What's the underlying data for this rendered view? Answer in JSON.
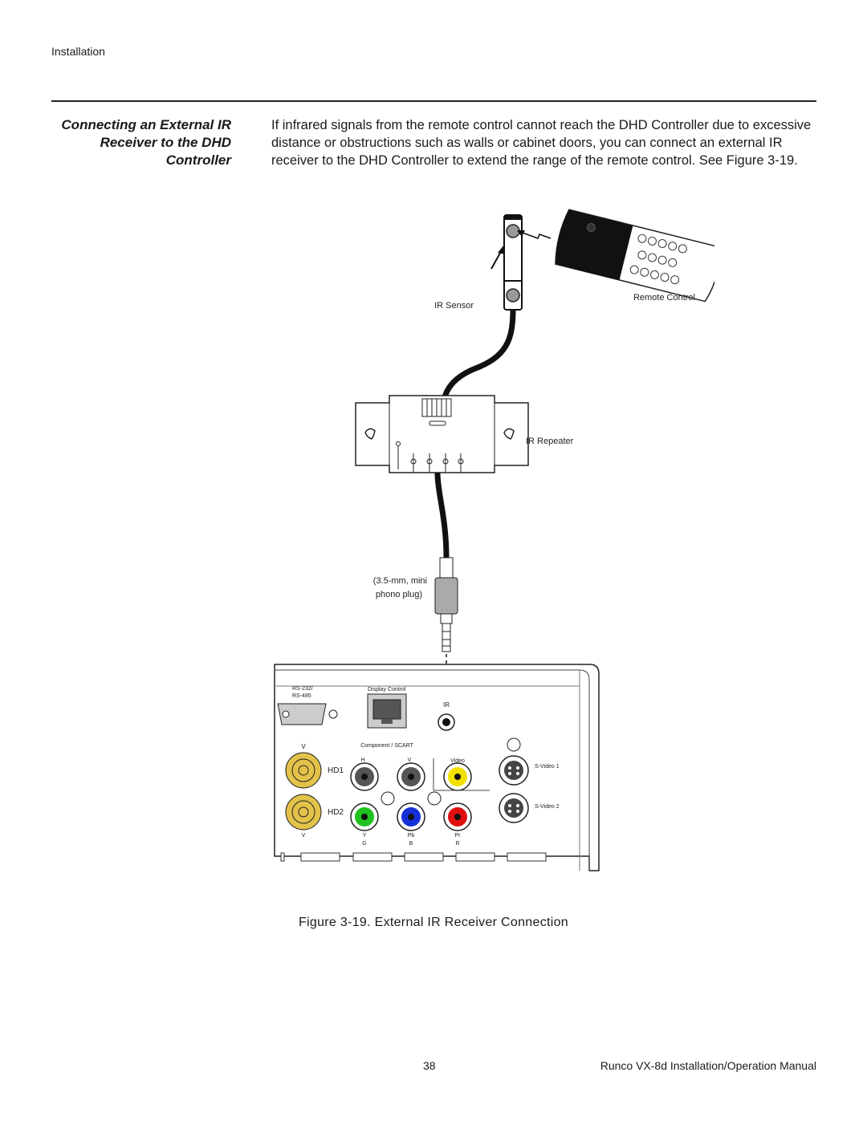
{
  "header": {
    "section": "Installation"
  },
  "section": {
    "heading_lines": [
      "Connecting an External IR",
      "Receiver to the DHD",
      "Controller"
    ],
    "body": "If infrared signals from the remote control cannot reach the DHD Controller due to excessive distance or obstructions such as walls or cabinet doors, you can connect an external IR receiver to the DHD Controller to extend the range of the remote control. See Figure 3-19."
  },
  "figure": {
    "labels": {
      "ir_sensor": "IR Sensor",
      "remote_control": "Remote Control",
      "ir_repeater": "IR Repeater",
      "plug_line1": "(3.5-mm, mini",
      "plug_line2": "phono plug)",
      "rs232": "RS-232/",
      "rs485": "RS-485",
      "display_control": "Display Control",
      "ir": "IR",
      "component_scart": "Component / SCART",
      "v_top": "V",
      "h": "H",
      "v_mid": "V",
      "video": "Video",
      "hd1": "HD1",
      "hd2": "HD2",
      "svideo1": "S-Video 1",
      "svideo2": "S-Video 2",
      "v_bottom": "V",
      "y": "Y",
      "pb": "Pb",
      "pr": "Pr",
      "g": "G",
      "b": "B",
      "r": "R"
    },
    "caption": "Figure 3-19. External IR Receiver Connection"
  },
  "footer": {
    "page_number": "38",
    "manual_title": "Runco VX-8d Installation/Operation Manual"
  },
  "colors": {
    "jack_yellow": "#f2e000",
    "jack_green": "#1fc21f",
    "jack_blue": "#1530d8",
    "jack_red": "#e01010",
    "bnc_gold": "#e3c24a"
  }
}
